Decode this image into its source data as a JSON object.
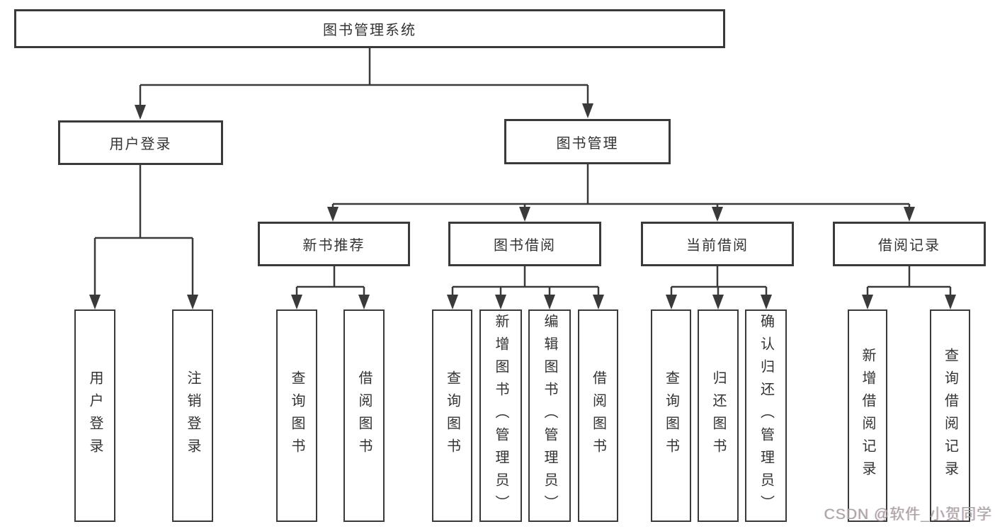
{
  "diagram": {
    "root": "图书管理系统",
    "branches": [
      {
        "label": "用户登录",
        "children": [
          {
            "label": "用户登录"
          },
          {
            "label": "注销登录"
          }
        ]
      },
      {
        "label": "图书管理",
        "children": [
          {
            "label": "新书推荐",
            "children": [
              {
                "label": "查询图书"
              },
              {
                "label": "借阅图书"
              }
            ]
          },
          {
            "label": "图书借阅",
            "children": [
              {
                "label": "查询图书"
              },
              {
                "label": "新增图书（管理员）"
              },
              {
                "label": "编辑图书（管理员）"
              },
              {
                "label": "借阅图书"
              }
            ]
          },
          {
            "label": "当前借阅",
            "children": [
              {
                "label": "查询图书"
              },
              {
                "label": "归还图书"
              },
              {
                "label": "确认归还（管理员）"
              }
            ]
          },
          {
            "label": "借阅记录",
            "children": [
              {
                "label": "新增借阅记录"
              },
              {
                "label": "查询借阅记录"
              }
            ]
          }
        ]
      }
    ]
  },
  "watermark": {
    "text": "CSDN @软件_小贺同学"
  },
  "colors": {
    "line": "#3a3a3a",
    "box_border": "#3a3a3a",
    "text": "#333333",
    "background": "#ffffff",
    "watermark": "#a9a4a4"
  }
}
